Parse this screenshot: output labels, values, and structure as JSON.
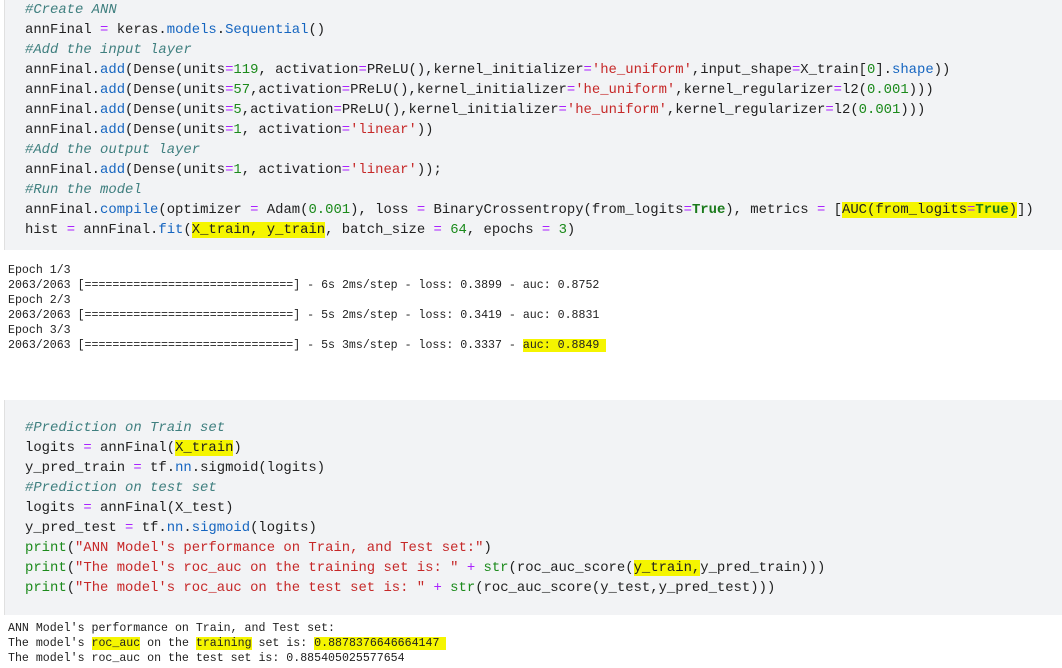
{
  "cells": [
    {
      "code": [
        [
          [
            "#Create ANN",
            "c"
          ]
        ],
        [
          [
            "annFinal ",
            ""
          ],
          [
            "=",
            "k"
          ],
          [
            " keras.",
            ""
          ],
          [
            "models",
            "f"
          ],
          [
            ".",
            ""
          ],
          [
            "Sequential",
            "f"
          ],
          [
            "()",
            ""
          ]
        ],
        [
          [
            "#Add the input layer",
            "c"
          ]
        ],
        [
          [
            "annFinal.",
            ""
          ],
          [
            "add",
            "f"
          ],
          [
            "(Dense(units",
            ""
          ],
          [
            "=",
            "k"
          ],
          [
            "119",
            "n"
          ],
          [
            ", activation",
            ""
          ],
          [
            "=",
            "k"
          ],
          [
            "PReLU(),kernel_initializer",
            ""
          ],
          [
            "=",
            "k"
          ],
          [
            "'he_uniform'",
            "s"
          ],
          [
            ",input_shape",
            ""
          ],
          [
            "=",
            "k"
          ],
          [
            "X_train[",
            ""
          ],
          [
            "0",
            "n"
          ],
          [
            "].",
            ""
          ],
          [
            "shape",
            "f"
          ],
          [
            "))",
            ""
          ]
        ],
        [
          [
            "annFinal.",
            ""
          ],
          [
            "add",
            "f"
          ],
          [
            "(Dense(units",
            ""
          ],
          [
            "=",
            "k"
          ],
          [
            "57",
            "n"
          ],
          [
            ",activation",
            ""
          ],
          [
            "=",
            "k"
          ],
          [
            "PReLU(),kernel_initializer",
            ""
          ],
          [
            "=",
            "k"
          ],
          [
            "'he_uniform'",
            "s"
          ],
          [
            ",kernel_regularizer",
            ""
          ],
          [
            "=",
            "k"
          ],
          [
            "l2(",
            ""
          ],
          [
            "0.001",
            "n"
          ],
          [
            ")))",
            ""
          ]
        ],
        [
          [
            "annFinal.",
            ""
          ],
          [
            "add",
            "f"
          ],
          [
            "(Dense(units",
            ""
          ],
          [
            "=",
            "k"
          ],
          [
            "5",
            "n"
          ],
          [
            ",activation",
            ""
          ],
          [
            "=",
            "k"
          ],
          [
            "PReLU(),kernel_initializer",
            ""
          ],
          [
            "=",
            "k"
          ],
          [
            "'he_uniform'",
            "s"
          ],
          [
            ",kernel_regularizer",
            ""
          ],
          [
            "=",
            "k"
          ],
          [
            "l2(",
            ""
          ],
          [
            "0.001",
            "n"
          ],
          [
            ")))",
            ""
          ]
        ],
        [
          [
            "annFinal.",
            ""
          ],
          [
            "add",
            "f"
          ],
          [
            "(Dense(units",
            ""
          ],
          [
            "=",
            "k"
          ],
          [
            "1",
            "n"
          ],
          [
            ", activation",
            ""
          ],
          [
            "=",
            "k"
          ],
          [
            "'linear'",
            "s"
          ],
          [
            "))",
            ""
          ]
        ],
        [
          [
            "#Add the output layer",
            "c"
          ]
        ],
        [
          [
            "annFinal.",
            ""
          ],
          [
            "add",
            "f"
          ],
          [
            "(Dense(units",
            ""
          ],
          [
            "=",
            "k"
          ],
          [
            "1",
            "n"
          ],
          [
            ", activation",
            ""
          ],
          [
            "=",
            "k"
          ],
          [
            "'linear'",
            "s"
          ],
          [
            "));",
            ""
          ]
        ],
        [
          [
            "#Run the model",
            "c"
          ]
        ],
        [
          [
            "annFinal.",
            ""
          ],
          [
            "compile",
            "f"
          ],
          [
            "(optimizer ",
            ""
          ],
          [
            "=",
            "k"
          ],
          [
            " Adam(",
            ""
          ],
          [
            "0.001",
            "n"
          ],
          [
            "), loss ",
            ""
          ],
          [
            "=",
            "k"
          ],
          [
            " BinaryCrossentropy(from_logits",
            ""
          ],
          [
            "=",
            "k"
          ],
          [
            "True",
            "b"
          ],
          [
            "), metrics ",
            ""
          ],
          [
            "=",
            "k"
          ],
          [
            " [",
            ""
          ],
          [
            "AUC(from_logits",
            "",
            "hl"
          ],
          [
            "=",
            "k",
            "hl"
          ],
          [
            "True",
            "b",
            "hl"
          ],
          [
            ")",
            "",
            "hl"
          ],
          [
            "])",
            ""
          ]
        ],
        [
          [
            "hist ",
            ""
          ],
          [
            "=",
            "k"
          ],
          [
            " annFinal.",
            ""
          ],
          [
            "fit",
            "f"
          ],
          [
            "(",
            ""
          ],
          [
            "X_train, y_train",
            "",
            "hl"
          ],
          [
            ", batch_size ",
            ""
          ],
          [
            "=",
            "k"
          ],
          [
            " ",
            ""
          ],
          [
            "64",
            "n"
          ],
          [
            ", epochs ",
            ""
          ],
          [
            "=",
            "k"
          ],
          [
            " ",
            ""
          ],
          [
            "3",
            "n"
          ],
          [
            ")",
            ""
          ]
        ]
      ],
      "output": [
        [
          [
            "Epoch 1/3",
            ""
          ]
        ],
        [
          [
            "2063/2063 [==============================] - 6s 2ms/step - loss: 0.3899 - auc: 0.8752",
            ""
          ]
        ],
        [
          [
            "Epoch 2/3",
            ""
          ]
        ],
        [
          [
            "2063/2063 [==============================] - 5s 2ms/step - loss: 0.3419 - auc: 0.8831",
            ""
          ]
        ],
        [
          [
            "Epoch 3/3",
            ""
          ]
        ],
        [
          [
            "2063/2063 [==============================] - 5s 3ms/step - loss: 0.3337 - ",
            ""
          ],
          [
            "auc: 0.8849 ",
            "",
            "hl"
          ]
        ]
      ]
    },
    {
      "code": [
        [
          [
            "#Prediction on Train set",
            "c"
          ]
        ],
        [
          [
            "logits ",
            ""
          ],
          [
            "=",
            "k"
          ],
          [
            " annFinal(",
            ""
          ],
          [
            "X_train",
            "",
            "hl"
          ],
          [
            ")",
            ""
          ]
        ],
        [
          [
            "y_pred_train ",
            ""
          ],
          [
            "=",
            "k"
          ],
          [
            " tf.",
            ""
          ],
          [
            "nn",
            "f"
          ],
          [
            ".sigmoid(logits)",
            ""
          ]
        ],
        [
          [
            "#Prediction on test set",
            "c"
          ]
        ],
        [
          [
            "logits ",
            ""
          ],
          [
            "=",
            "k"
          ],
          [
            " annFinal(X_test)",
            ""
          ]
        ],
        [
          [
            "y_pred_test ",
            ""
          ],
          [
            "=",
            "k"
          ],
          [
            " tf.",
            ""
          ],
          [
            "nn",
            "f"
          ],
          [
            ".",
            ""
          ],
          [
            "sigmoid",
            "f"
          ],
          [
            "(logits)",
            ""
          ]
        ],
        [
          [
            "print",
            "n"
          ],
          [
            "(",
            ""
          ],
          [
            "\"ANN Model's performance on Train, and Test set:\"",
            "s"
          ],
          [
            ")",
            ""
          ]
        ],
        [
          [
            "print",
            "n"
          ],
          [
            "(",
            ""
          ],
          [
            "\"The model's roc_auc on the training set is: \"",
            "s"
          ],
          [
            " ",
            ""
          ],
          [
            "+",
            "k"
          ],
          [
            " ",
            ""
          ],
          [
            "str",
            "n"
          ],
          [
            "(roc_auc_score(",
            ""
          ],
          [
            "y_train,",
            "",
            "hl"
          ],
          [
            "y_pred_train)))",
            ""
          ]
        ],
        [
          [
            "print",
            "n"
          ],
          [
            "(",
            ""
          ],
          [
            "\"The model's roc_auc on the test set is: \"",
            "s"
          ],
          [
            " ",
            ""
          ],
          [
            "+",
            "k"
          ],
          [
            " ",
            ""
          ],
          [
            "str",
            "n"
          ],
          [
            "(roc_auc_score(y_test,y_pred_test)))",
            ""
          ]
        ]
      ],
      "output": [
        [
          [
            "ANN Model's performance on Train, and Test set:",
            ""
          ]
        ],
        [
          [
            "The model's ",
            ""
          ],
          [
            "roc_auc",
            "",
            "hl"
          ],
          [
            " on the ",
            ""
          ],
          [
            "training",
            "",
            "hl"
          ],
          [
            " set is: ",
            ""
          ],
          [
            "0.8878376646664147 ",
            "",
            "hl"
          ]
        ],
        [
          [
            "The model's roc_auc on the test set is: 0.885405025577654",
            ""
          ]
        ]
      ]
    }
  ]
}
